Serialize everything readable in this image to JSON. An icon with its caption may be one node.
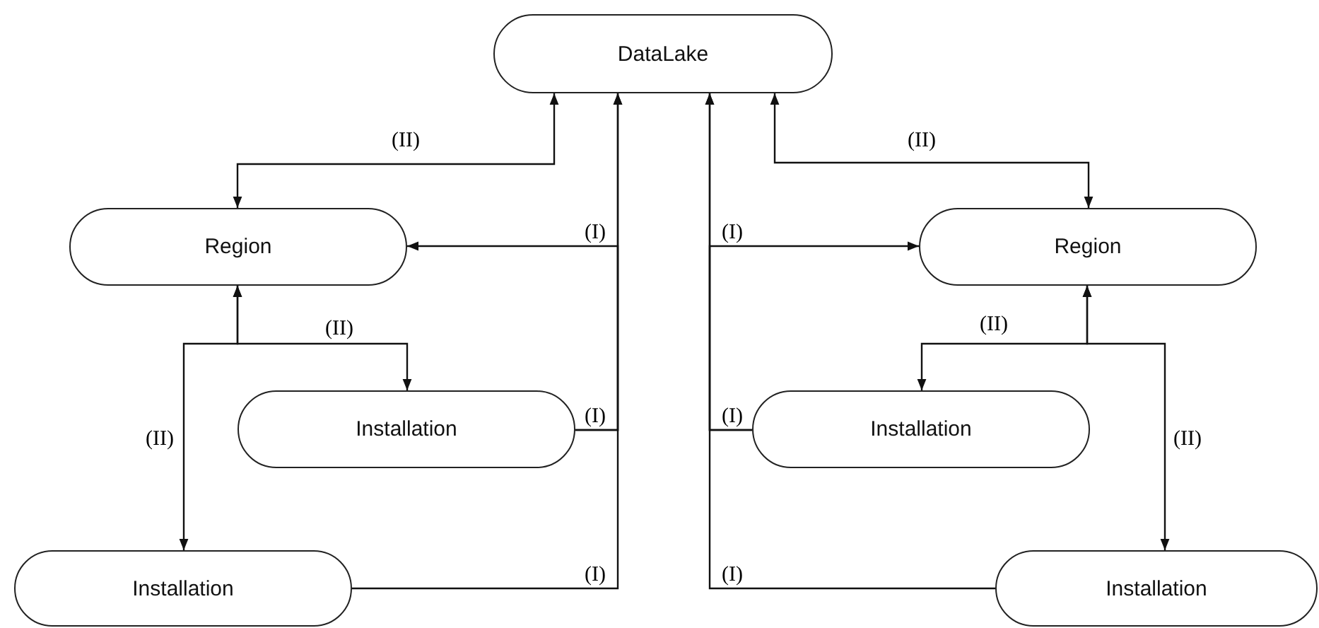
{
  "diagram": {
    "nodes": [
      {
        "text": [
          "DataLake"
        ]
      },
      {
        "text": [
          "Region"
        ]
      },
      {
        "text": [
          "Region"
        ]
      },
      {
        "text": [
          "Installation"
        ]
      },
      {
        "text": [
          "Installation"
        ]
      },
      {
        "text": [
          "Installation"
        ]
      },
      {
        "text": [
          "Installation"
        ]
      }
    ],
    "edges": [
      {
        "from": 0,
        "to": 1,
        "arrow": "both",
        "label": "(II)"
      },
      {
        "from": 0,
        "to": 2,
        "arrow": "both",
        "label": "(II)"
      },
      {
        "from": 3,
        "to": 0,
        "arrow": "to",
        "label": "(I)"
      },
      {
        "from": 5,
        "to": 0,
        "arrow": "to",
        "label": "(I)"
      },
      {
        "from": 3,
        "to": 1,
        "arrow": "to",
        "label": "(I)"
      },
      {
        "from": 1,
        "to": 3,
        "arrow": "both",
        "label": "(II)"
      },
      {
        "from": 1,
        "to": 5,
        "arrow": "both",
        "label": "(II)"
      },
      {
        "from": 4,
        "to": 0,
        "arrow": "to",
        "label": "(I)"
      },
      {
        "from": 6,
        "to": 0,
        "arrow": "to",
        "label": "(I)"
      },
      {
        "from": 4,
        "to": 2,
        "arrow": "to",
        "label": "(I)"
      },
      {
        "from": 2,
        "to": 4,
        "arrow": "both",
        "label": "(II)"
      },
      {
        "from": 2,
        "to": 6,
        "arrow": "both",
        "label": "(II)"
      }
    ]
  }
}
